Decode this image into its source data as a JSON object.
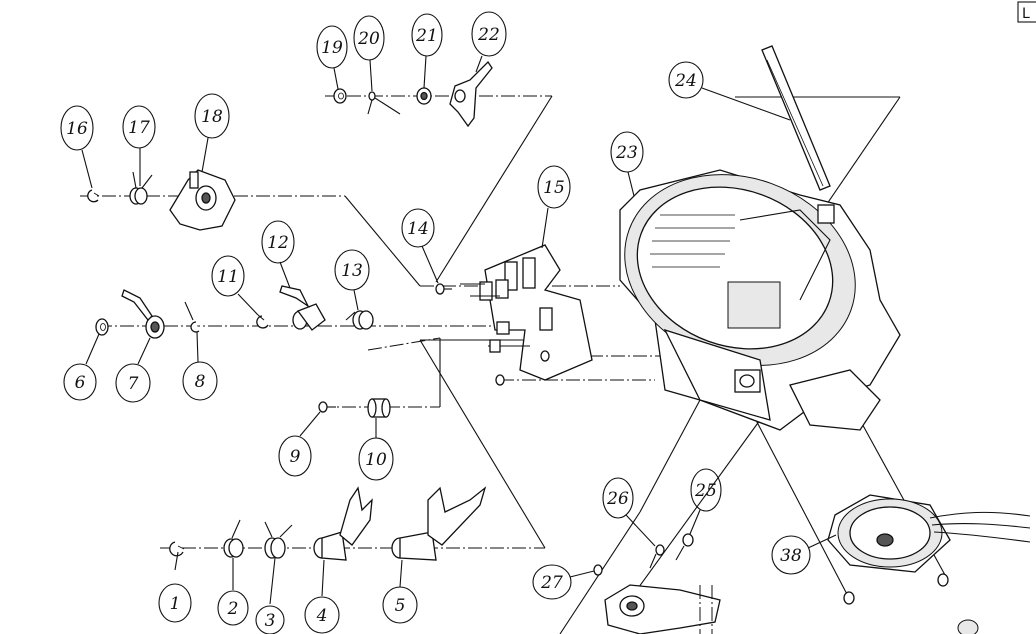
{
  "callouts": [
    {
      "num": "1"
    },
    {
      "num": "2"
    },
    {
      "num": "3"
    },
    {
      "num": "4"
    },
    {
      "num": "5"
    },
    {
      "num": "6"
    },
    {
      "num": "7"
    },
    {
      "num": "8"
    },
    {
      "num": "9"
    },
    {
      "num": "10"
    },
    {
      "num": "11"
    },
    {
      "num": "12"
    },
    {
      "num": "13"
    },
    {
      "num": "14"
    },
    {
      "num": "15"
    },
    {
      "num": "16"
    },
    {
      "num": "17"
    },
    {
      "num": "18"
    },
    {
      "num": "19"
    },
    {
      "num": "20"
    },
    {
      "num": "21"
    },
    {
      "num": "22"
    },
    {
      "num": "23"
    },
    {
      "num": "24"
    },
    {
      "num": "25"
    },
    {
      "num": "26"
    },
    {
      "num": "27"
    },
    {
      "num": "38"
    }
  ],
  "corner_label": "L"
}
